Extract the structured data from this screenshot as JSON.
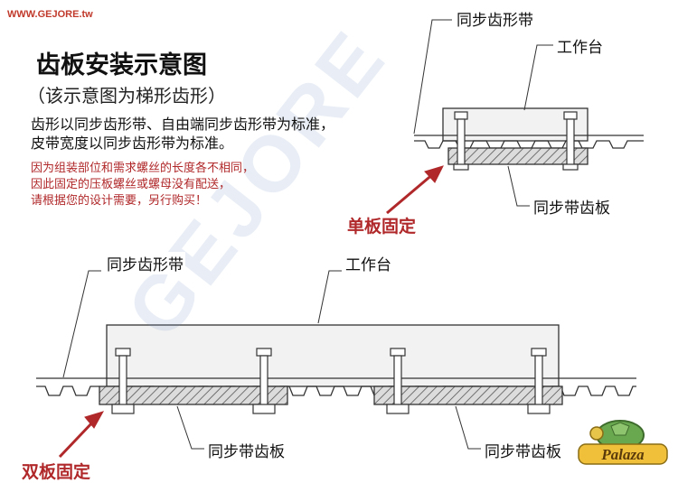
{
  "header": {
    "url": "WWW.GEJORE.tw",
    "title": "齿板安装示意图",
    "subtitle": "（该示意图为梯形齿形）"
  },
  "description": [
    "齿形以同步齿形带、自由端同步齿形带为标准，",
    "皮带宽度以同步齿形带为标准。"
  ],
  "note": [
    "因为组装部位和需求螺丝的长度各不相同，",
    "因此固定的压板螺丝或螺母没有配送，",
    "请根据您的设计需要，另行购买！"
  ],
  "single_plate": {
    "belt_label": "同步齿形带",
    "table_label": "工作台",
    "tooth_plate_label": "同步带齿板",
    "method_label": "单板固定"
  },
  "double_plate": {
    "belt_label": "同步齿形带",
    "table_label": "工作台",
    "tooth_plate_left_label": "同步带齿板",
    "tooth_plate_right_label": "同步带齿板",
    "method_label": "双板固定"
  },
  "watermark": "GEJORE",
  "logo": {
    "text": "Palaza"
  },
  "colors": {
    "accent_red": "#b0282a",
    "line": "#333333",
    "hatch": "#666666",
    "table_fill": "#f2f2f2"
  }
}
